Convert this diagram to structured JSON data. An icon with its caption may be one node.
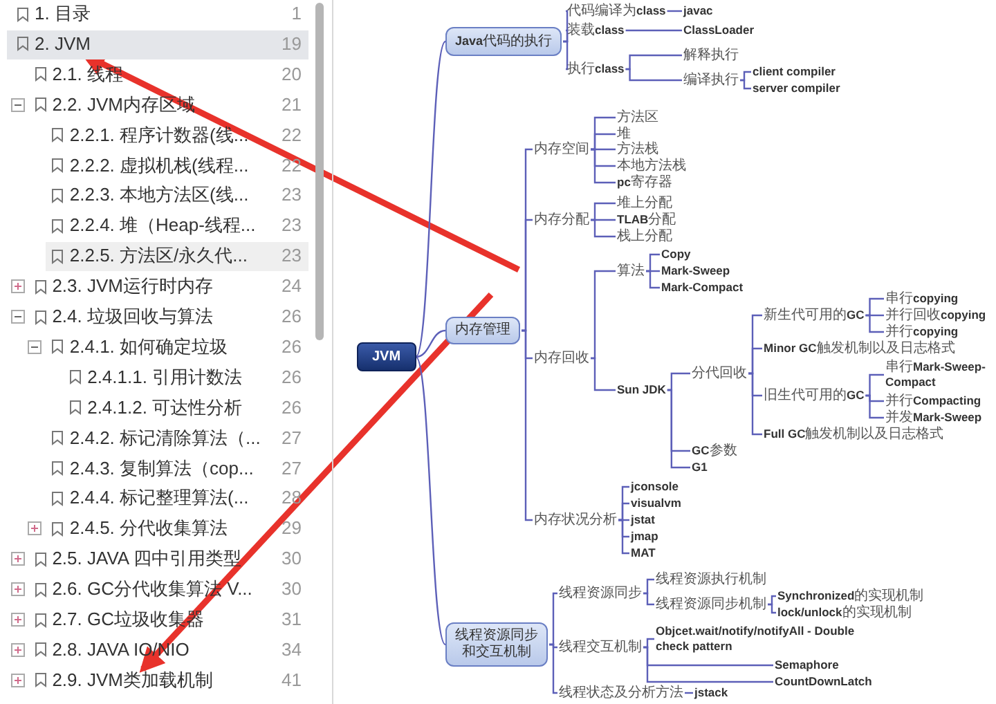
{
  "diagram": {
    "nodes": [
      {
        "text": [
          "1. 目录"
        ]
      },
      {
        "text": [
          "2. JVM"
        ]
      },
      {
        "text": [
          "2.1. 线程"
        ]
      },
      {
        "text": [
          "2.2. JVM内存区域"
        ]
      },
      {
        "text": [
          "2.2.1. 程序计数器(线..."
        ]
      },
      {
        "text": [
          "2.2.2. 虚拟机栈(线程..."
        ]
      },
      {
        "text": [
          "2.2.3. 本地方法区(线..."
        ]
      },
      {
        "text": [
          "2.2.4. 堆（Heap-线程..."
        ]
      },
      {
        "text": [
          "2.2.5. 方法区/永久代..."
        ]
      },
      {
        "text": [
          "2.3. JVM运行时内存"
        ]
      },
      {
        "text": [
          "2.4. 垃圾回收与算法"
        ]
      },
      {
        "text": [
          "2.4.1. 如何确定垃圾"
        ]
      },
      {
        "text": [
          "2.4.1.1. 引用计数法"
        ]
      },
      {
        "text": [
          "2.4.1.2. 可达性分析"
        ]
      },
      {
        "text": [
          "2.4.2. 标记清除算法（..."
        ]
      },
      {
        "text": [
          "2.4.3. 复制算法（cop..."
        ]
      },
      {
        "text": [
          "2.4.4. 标记整理算法(..."
        ]
      },
      {
        "text": [
          "2.4.5. 分代收集算法"
        ]
      },
      {
        "text": [
          "2.5. JAVA 四中引用类型"
        ]
      },
      {
        "text": [
          "2.6. GC分代收集算法 V..."
        ]
      },
      {
        "text": [
          "2.7. GC垃圾收集器"
        ]
      },
      {
        "text": [
          "2.8.  JAVA IO/NIO"
        ]
      },
      {
        "text": [
          "2.9. JVM类加载机制"
        ]
      },
      {
        "text": [
          "JVM"
        ]
      },
      {
        "text": [
          "**Java**代码的执行"
        ]
      },
      {
        "text": [
          "代码编译为**class**"
        ]
      },
      {
        "text": [
          "javac"
        ]
      },
      {
        "text": [
          "装载**class**"
        ]
      },
      {
        "text": [
          "ClassLoader"
        ]
      },
      {
        "text": [
          "执行**class**"
        ]
      },
      {
        "text": [
          "解释执行"
        ]
      },
      {
        "text": [
          "编译执行"
        ]
      },
      {
        "text": [
          "client compiler"
        ]
      },
      {
        "text": [
          "server compiler"
        ]
      },
      {
        "text": [
          "内存管理"
        ]
      },
      {
        "text": [
          "内存空间"
        ]
      },
      {
        "text": [
          "方法区"
        ]
      },
      {
        "text": [
          "堆"
        ]
      },
      {
        "text": [
          "方法栈"
        ]
      },
      {
        "text": [
          "本地方法栈"
        ]
      },
      {
        "text": [
          "**pc**寄存器"
        ]
      },
      {
        "text": [
          "内存分配"
        ]
      },
      {
        "text": [
          "堆上分配"
        ]
      },
      {
        "text": [
          "**TLAB**分配"
        ]
      },
      {
        "text": [
          "栈上分配"
        ]
      },
      {
        "text": [
          "内存回收"
        ]
      },
      {
        "text": [
          "算法"
        ]
      },
      {
        "text": [
          "Copy"
        ]
      },
      {
        "text": [
          "Mark-Sweep"
        ]
      },
      {
        "text": [
          "Mark-Compact"
        ]
      },
      {
        "text": [
          "Sun JDK"
        ]
      },
      {
        "text": [
          "分代回收"
        ]
      },
      {
        "text": [
          "新生代可用的**GC**"
        ]
      },
      {
        "text": [
          "串行**copying**"
        ]
      },
      {
        "text": [
          "并行回收**copying**"
        ]
      },
      {
        "text": [
          "并行**copying**"
        ]
      },
      {
        "text": [
          "**Minor GC**触发机制以及日志格式"
        ]
      },
      {
        "text": [
          "旧生代可用的**GC**"
        ]
      },
      {
        "text": [
          "串行**Mark-Sweep-Compact**"
        ]
      },
      {
        "text": [
          "并行**Compacting**"
        ]
      },
      {
        "text": [
          "并发**Mark-Sweep**"
        ]
      },
      {
        "text": [
          "**Full GC**触发机制以及日志格式"
        ]
      },
      {
        "text": [
          "**GC**参数"
        ]
      },
      {
        "text": [
          "G1"
        ]
      },
      {
        "text": [
          "内存状况分析"
        ]
      },
      {
        "text": [
          "jconsole"
        ]
      },
      {
        "text": [
          "visualvm"
        ]
      },
      {
        "text": [
          "jstat"
        ]
      },
      {
        "text": [
          "jmap"
        ]
      },
      {
        "text": [
          "MAT"
        ]
      },
      {
        "text": [
          "线程资源同步和交互机制"
        ]
      },
      {
        "text": [
          "线程资源同步"
        ]
      },
      {
        "text": [
          "线程资源执行机制"
        ]
      },
      {
        "text": [
          "线程资源同步机制"
        ]
      },
      {
        "text": [
          "**Synchronized**的实现机制"
        ]
      },
      {
        "text": [
          "**lock/unlock**的实现机制"
        ]
      },
      {
        "text": [
          "线程交互机制"
        ]
      },
      {
        "text": [
          "Objcet.wait/notify/notifyAll - Double check pattern"
        ]
      },
      {
        "text": [
          "Semaphore"
        ]
      },
      {
        "text": [
          "CountDownLatch"
        ]
      },
      {
        "text": [
          "线程状态及分析方法"
        ]
      },
      {
        "text": [
          "jstack"
        ]
      }
    ],
    "edges": [
      {
        "from": null,
        "to": 1,
        "arrow": "to",
        "style": "thick",
        "color": "#e8322b"
      },
      {
        "from": null,
        "to": 22,
        "arrow": "to",
        "style": "thick",
        "color": "#e8322b"
      },
      {
        "from": 23,
        "to": 24,
        "arrow": "none"
      },
      {
        "from": 23,
        "to": 34,
        "arrow": "none"
      },
      {
        "from": 23,
        "to": 70,
        "arrow": "none"
      },
      {
        "from": 24,
        "to": 25,
        "arrow": "none"
      },
      {
        "from": 24,
        "to": 27,
        "arrow": "none"
      },
      {
        "from": 24,
        "to": 29,
        "arrow": "none"
      },
      {
        "from": 25,
        "to": 26,
        "arrow": "none"
      },
      {
        "from": 27,
        "to": 28,
        "arrow": "none"
      },
      {
        "from": 29,
        "to": 30,
        "arrow": "none"
      },
      {
        "from": 29,
        "to": 31,
        "arrow": "none"
      },
      {
        "from": 31,
        "to": 32,
        "arrow": "none"
      },
      {
        "from": 31,
        "to": 33,
        "arrow": "none"
      },
      {
        "from": 34,
        "to": 35,
        "arrow": "none"
      },
      {
        "from": 34,
        "to": 41,
        "arrow": "none"
      },
      {
        "from": 34,
        "to": 45,
        "arrow": "none"
      },
      {
        "from": 34,
        "to": 64,
        "arrow": "none"
      },
      {
        "from": 35,
        "to": 36,
        "arrow": "none"
      },
      {
        "from": 35,
        "to": 37,
        "arrow": "none"
      },
      {
        "from": 35,
        "to": 38,
        "arrow": "none"
      },
      {
        "from": 35,
        "to": 39,
        "arrow": "none"
      },
      {
        "from": 35,
        "to": 40,
        "arrow": "none"
      },
      {
        "from": 41,
        "to": 42,
        "arrow": "none"
      },
      {
        "from": 41,
        "to": 43,
        "arrow": "none"
      },
      {
        "from": 41,
        "to": 44,
        "arrow": "none"
      },
      {
        "from": 45,
        "to": 46,
        "arrow": "none"
      },
      {
        "from": 45,
        "to": 50,
        "arrow": "none"
      },
      {
        "from": 46,
        "to": 47,
        "arrow": "none"
      },
      {
        "from": 46,
        "to": 48,
        "arrow": "none"
      },
      {
        "from": 46,
        "to": 49,
        "arrow": "none"
      },
      {
        "from": 50,
        "to": 51,
        "arrow": "none"
      },
      {
        "from": 50,
        "to": 62,
        "arrow": "none"
      },
      {
        "from": 50,
        "to": 63,
        "arrow": "none"
      },
      {
        "from": 51,
        "to": 52,
        "arrow": "none"
      },
      {
        "from": 51,
        "to": 56,
        "arrow": "none"
      },
      {
        "from": 51,
        "to": 57,
        "arrow": "none"
      },
      {
        "from": 51,
        "to": 61,
        "arrow": "none"
      },
      {
        "from": 52,
        "to": 53,
        "arrow": "none"
      },
      {
        "from": 52,
        "to": 54,
        "arrow": "none"
      },
      {
        "from": 52,
        "to": 55,
        "arrow": "none"
      },
      {
        "from": 57,
        "to": 58,
        "arrow": "none"
      },
      {
        "from": 57,
        "to": 59,
        "arrow": "none"
      },
      {
        "from": 57,
        "to": 60,
        "arrow": "none"
      },
      {
        "from": 64,
        "to": 65,
        "arrow": "none"
      },
      {
        "from": 64,
        "to": 66,
        "arrow": "none"
      },
      {
        "from": 64,
        "to": 67,
        "arrow": "none"
      },
      {
        "from": 64,
        "to": 68,
        "arrow": "none"
      },
      {
        "from": 64,
        "to": 69,
        "arrow": "none"
      },
      {
        "from": 70,
        "to": 71,
        "arrow": "none"
      },
      {
        "from": 70,
        "to": 76,
        "arrow": "none"
      },
      {
        "from": 70,
        "to": 80,
        "arrow": "none"
      },
      {
        "from": 71,
        "to": 72,
        "arrow": "none"
      },
      {
        "from": 71,
        "to": 73,
        "arrow": "none"
      },
      {
        "from": 73,
        "to": 74,
        "arrow": "none"
      },
      {
        "from": 73,
        "to": 75,
        "arrow": "none"
      },
      {
        "from": 76,
        "to": 77,
        "arrow": "none"
      },
      {
        "from": 76,
        "to": 78,
        "arrow": "none"
      },
      {
        "from": 76,
        "to": 79,
        "arrow": "none"
      },
      {
        "from": 80,
        "to": 81,
        "arrow": "none"
      }
    ],
    "labels": [
      "1",
      "19",
      "20",
      "21",
      "22",
      "22",
      "23",
      "23",
      "23",
      "24",
      "26",
      "26",
      "26",
      "26",
      "27",
      "27",
      "28",
      "29",
      "30",
      "30",
      "31",
      "34",
      "41"
    ]
  }
}
